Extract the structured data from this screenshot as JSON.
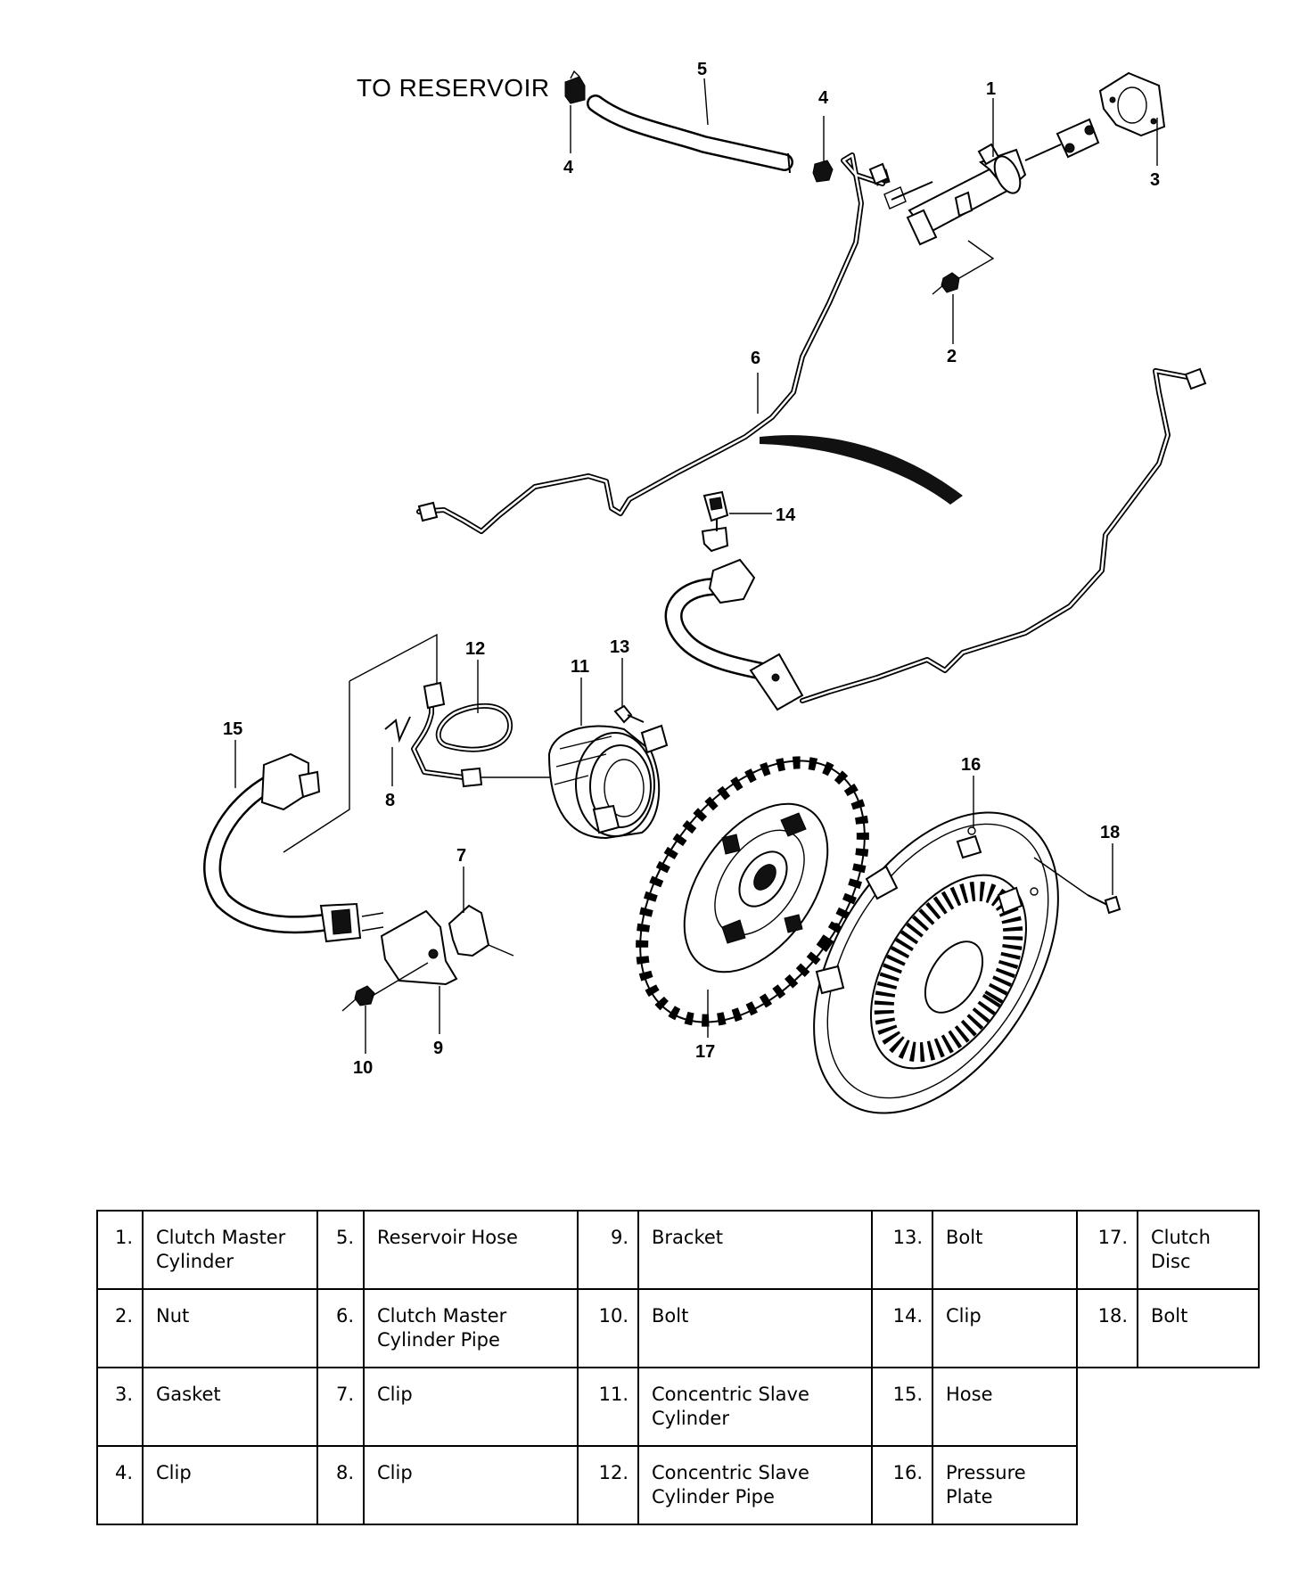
{
  "diagram": {
    "reservoir_label": "TO RESERVOIR",
    "callouts": [
      "1",
      "2",
      "3",
      "4",
      "4",
      "5",
      "6",
      "7",
      "8",
      "9",
      "10",
      "11",
      "12",
      "13",
      "14",
      "15",
      "16",
      "17",
      "18"
    ]
  },
  "legend": {
    "columns": [
      [
        {
          "num": "1.",
          "name": "Clutch Master Cylinder"
        },
        {
          "num": "2.",
          "name": "Nut"
        },
        {
          "num": "3.",
          "name": "Gasket"
        },
        {
          "num": "4.",
          "name": "Clip"
        }
      ],
      [
        {
          "num": "5.",
          "name": "Reservoir Hose"
        },
        {
          "num": "6.",
          "name": "Clutch Master Cylinder Pipe"
        },
        {
          "num": "7.",
          "name": "Clip"
        },
        {
          "num": "8.",
          "name": "Clip"
        }
      ],
      [
        {
          "num": "9.",
          "name": "Bracket"
        },
        {
          "num": "10.",
          "name": "Bolt"
        },
        {
          "num": "11.",
          "name": "Concentric Slave Cylinder"
        },
        {
          "num": "12.",
          "name": "Concentric Slave Cylinder Pipe"
        }
      ],
      [
        {
          "num": "13.",
          "name": "Bolt"
        },
        {
          "num": "14.",
          "name": "Clip"
        },
        {
          "num": "15.",
          "name": "Hose"
        },
        {
          "num": "16.",
          "name": "Pressure Plate"
        }
      ],
      [
        {
          "num": "17.",
          "name": "Clutch Disc"
        },
        {
          "num": "18.",
          "name": "Bolt"
        }
      ]
    ]
  }
}
